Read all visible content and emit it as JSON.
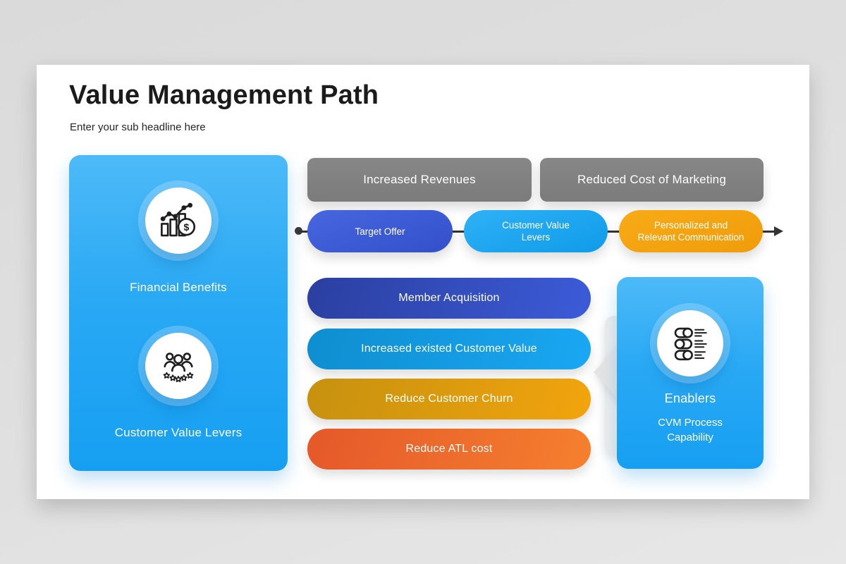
{
  "header": {
    "title": "Value Management Path",
    "subtitle": "Enter your sub headline here"
  },
  "left_panel": {
    "items": [
      {
        "label": "Financial Benefits",
        "icon": "finance-growth-icon"
      },
      {
        "label": "Customer Value Levers",
        "icon": "customer-rating-icon"
      }
    ]
  },
  "top_boxes": [
    {
      "label": "Increased Revenues"
    },
    {
      "label": "Reduced Cost of Marketing"
    }
  ],
  "flow_pills": [
    {
      "label": "Target Offer",
      "color": "#3f5cd6"
    },
    {
      "label": "Customer Value Levers",
      "color": "#18a8f3"
    },
    {
      "label": "Personalized and Relevant Communication",
      "color": "#f5a313"
    }
  ],
  "bars": [
    {
      "label": "Member Acquisition",
      "color_start": "#2b3fa0",
      "color_end": "#3c5bd8"
    },
    {
      "label": "Increased existed Customer Value",
      "color_start": "#0e8ecf",
      "color_end": "#1aa7f3"
    },
    {
      "label": "Reduce Customer Churn",
      "color_start": "#c6910f",
      "color_end": "#f2a40d"
    },
    {
      "label": "Reduce ATL cost",
      "color_start": "#e5582a",
      "color_end": "#f5802e"
    }
  ],
  "right_panel": {
    "title": "Enablers",
    "subtitle": "CVM Process\nCapability",
    "icon": "toggle-switches-icon"
  },
  "colors": {
    "panel_blue_top": "#4dbaf8",
    "panel_blue_bottom": "#169ff2",
    "box_gray": "#7f7f7f",
    "connector_dark": "#333333",
    "big_arrow_gray": "#e4e4e4",
    "background_gray": "#dedede",
    "slide_white": "#ffffff"
  }
}
